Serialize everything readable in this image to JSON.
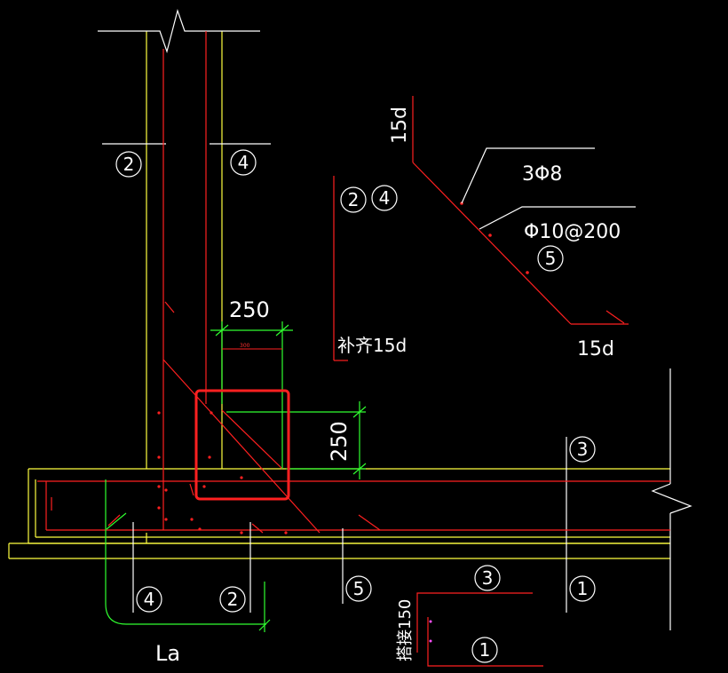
{
  "labels": {
    "dim_250_top": "250",
    "dim_small_300": "300",
    "dim_250_right": "250",
    "supp_15d": "补齐15d",
    "fifteen_d_top": "15d",
    "fifteen_d_bottom": "15d",
    "rebar_3phi8": "3Φ8",
    "rebar_phi10": "Φ10@200",
    "la": "La",
    "anchor_150": "搭接150"
  },
  "markers": {
    "m2_top": "2",
    "m4_top": "4",
    "m2_mid": "2",
    "m4_mid": "4",
    "m5_right": "5",
    "m3_right": "3",
    "m4_bottom": "4",
    "m2_bottom": "2",
    "m5_bottom": "5",
    "m3_bottom": "3",
    "m1_bottom": "1",
    "m1_low": "1"
  },
  "colors": {
    "concrete": "#ffff40",
    "rebar": "#ff2020",
    "dimension": "#30ff30",
    "text": "#ffffff",
    "highlight": "#ff2020"
  }
}
